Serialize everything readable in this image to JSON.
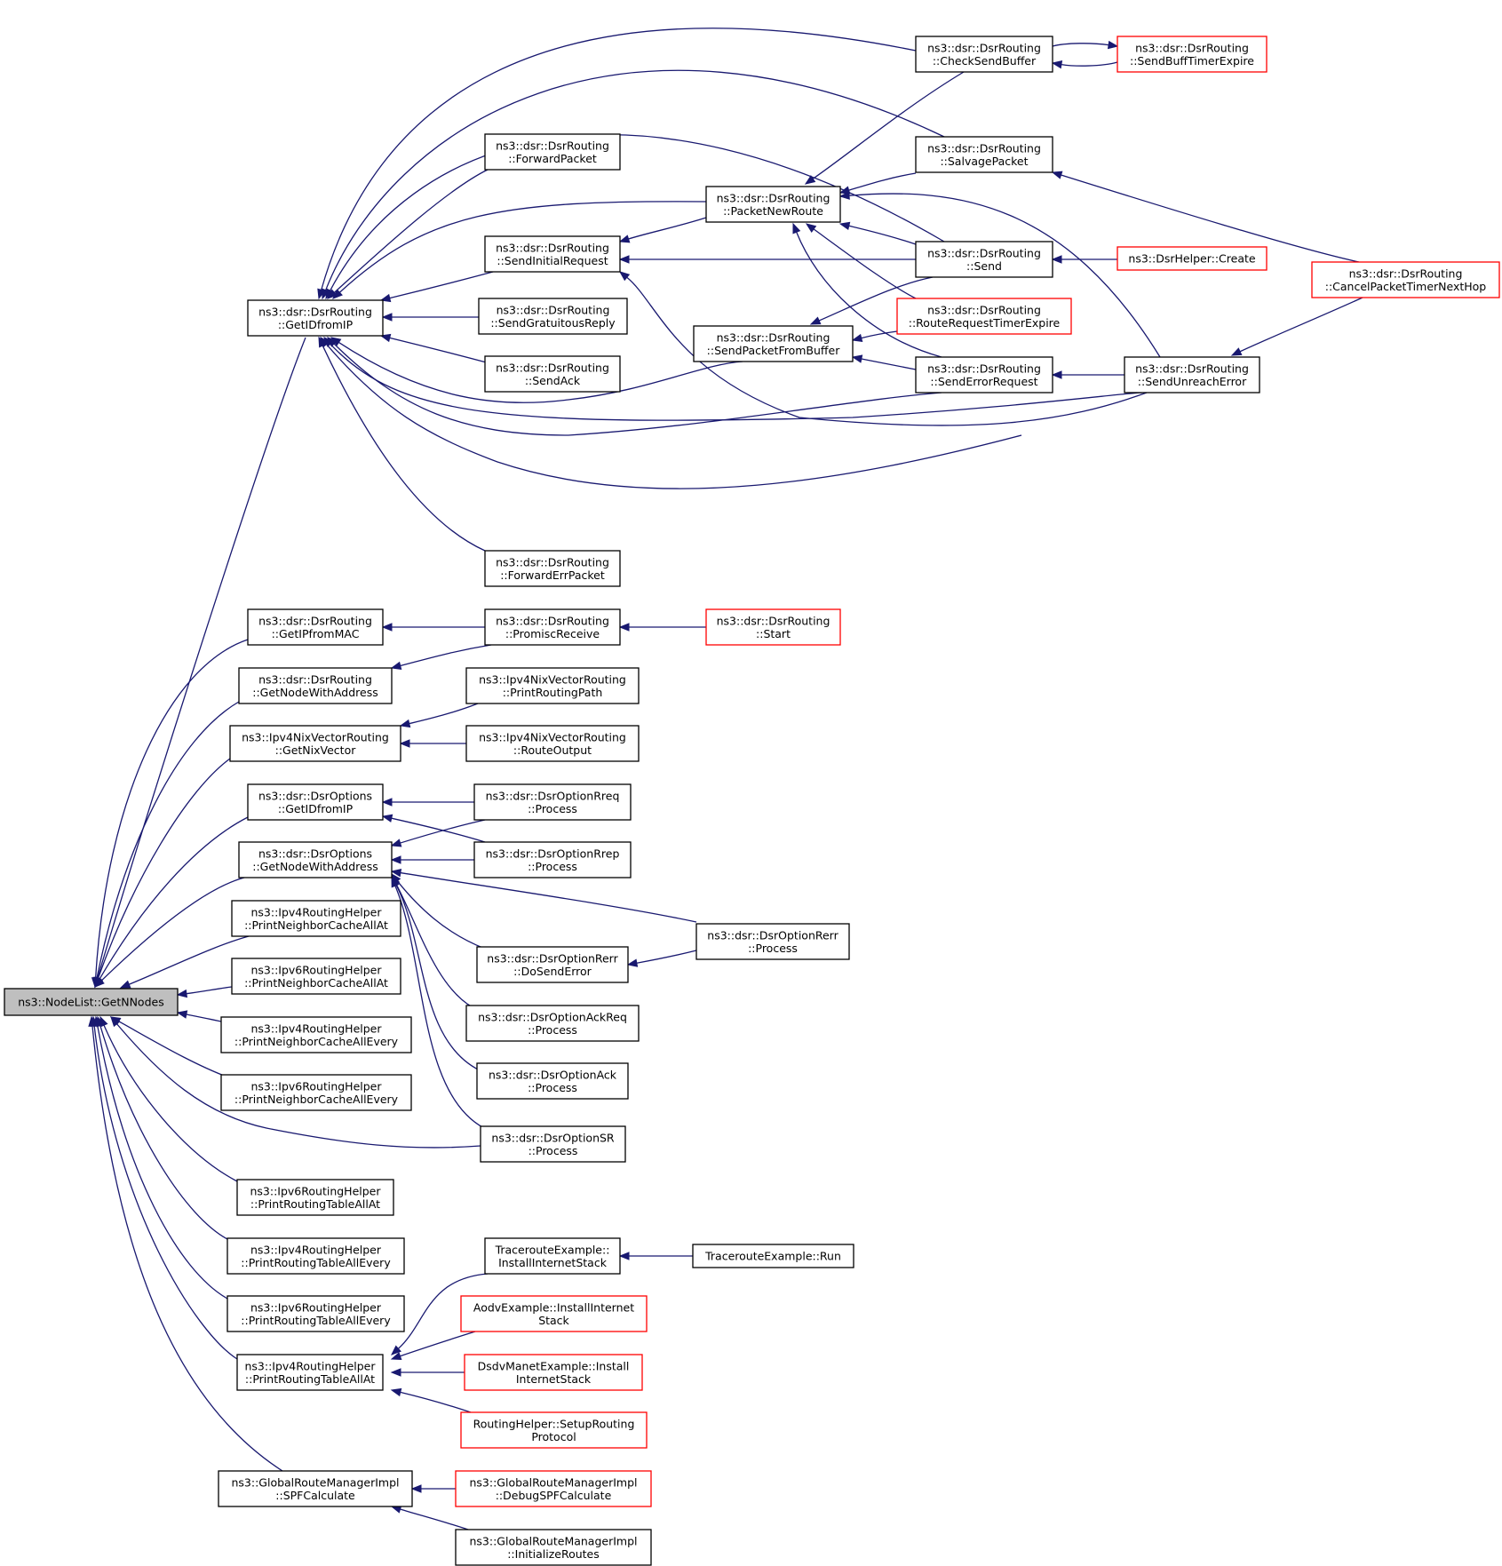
{
  "diagram": {
    "type": "caller graph",
    "colors": {
      "edge": "#191970",
      "border": "#000000",
      "truncated_border": "#ff0000",
      "root_fill": "#bfbfbf"
    },
    "nodes": [
      {
        "id": "n0",
        "lines": [
          "ns3::NodeList::GetNNodes"
        ],
        "style": "root"
      },
      {
        "id": "n1",
        "lines": [
          "ns3::dsr::DsrRouting",
          "::GetIDfromIP"
        ]
      },
      {
        "id": "n2",
        "lines": [
          "ns3::dsr::DsrRouting",
          "::GetIPfromMAC"
        ]
      },
      {
        "id": "n3",
        "lines": [
          "ns3::dsr::DsrRouting",
          "::GetNodeWithAddress"
        ]
      },
      {
        "id": "n4",
        "lines": [
          "ns3::Ipv4NixVectorRouting",
          "::GetNixVector"
        ]
      },
      {
        "id": "n5",
        "lines": [
          "ns3::dsr::DsrOptions",
          "::GetIDfromIP"
        ]
      },
      {
        "id": "n6",
        "lines": [
          "ns3::dsr::DsrOptions",
          "::GetNodeWithAddress"
        ]
      },
      {
        "id": "n7",
        "lines": [
          "ns3::Ipv4RoutingHelper",
          "::PrintNeighborCacheAllAt"
        ]
      },
      {
        "id": "n8",
        "lines": [
          "ns3::Ipv6RoutingHelper",
          "::PrintNeighborCacheAllAt"
        ]
      },
      {
        "id": "n9",
        "lines": [
          "ns3::Ipv4RoutingHelper",
          "::PrintNeighborCacheAllEvery"
        ]
      },
      {
        "id": "n10",
        "lines": [
          "ns3::Ipv6RoutingHelper",
          "::PrintNeighborCacheAllEvery"
        ]
      },
      {
        "id": "n11",
        "lines": [
          "ns3::Ipv6RoutingHelper",
          "::PrintRoutingTableAllAt"
        ]
      },
      {
        "id": "n12",
        "lines": [
          "ns3::Ipv4RoutingHelper",
          "::PrintRoutingTableAllEvery"
        ]
      },
      {
        "id": "n13",
        "lines": [
          "ns3::Ipv6RoutingHelper",
          "::PrintRoutingTableAllEvery"
        ]
      },
      {
        "id": "n14",
        "lines": [
          "ns3::Ipv4RoutingHelper",
          "::PrintRoutingTableAllAt"
        ]
      },
      {
        "id": "n15",
        "lines": [
          "ns3::GlobalRouteManagerImpl",
          "::SPFCalculate"
        ]
      },
      {
        "id": "n16",
        "lines": [
          "ns3::dsr::DsrRouting",
          "::ForwardPacket"
        ]
      },
      {
        "id": "n17",
        "lines": [
          "ns3::dsr::DsrRouting",
          "::SendInitialRequest"
        ]
      },
      {
        "id": "n18",
        "lines": [
          "ns3::dsr::DsrRouting",
          "::SendGratuitousReply"
        ]
      },
      {
        "id": "n19",
        "lines": [
          "ns3::dsr::DsrRouting",
          "::SendAck"
        ]
      },
      {
        "id": "n20",
        "lines": [
          "ns3::dsr::DsrRouting",
          "::ForwardErrPacket"
        ]
      },
      {
        "id": "n21",
        "lines": [
          "ns3::dsr::DsrRouting",
          "::PromiscReceive"
        ]
      },
      {
        "id": "n22",
        "lines": [
          "ns3::Ipv4NixVectorRouting",
          "::PrintRoutingPath"
        ]
      },
      {
        "id": "n23",
        "lines": [
          "ns3::Ipv4NixVectorRouting",
          "::RouteOutput"
        ]
      },
      {
        "id": "n24",
        "lines": [
          "ns3::dsr::DsrOptionRreq",
          "::Process"
        ]
      },
      {
        "id": "n25",
        "lines": [
          "ns3::dsr::DsrOptionRrep",
          "::Process"
        ]
      },
      {
        "id": "n26",
        "lines": [
          "ns3::dsr::DsrOptionRerr",
          "::DoSendError"
        ]
      },
      {
        "id": "n27",
        "lines": [
          "ns3::dsr::DsrOptionAckReq",
          "::Process"
        ]
      },
      {
        "id": "n28",
        "lines": [
          "ns3::dsr::DsrOptionAck",
          "::Process"
        ]
      },
      {
        "id": "n29",
        "lines": [
          "ns3::dsr::DsrOptionSR",
          "::Process"
        ]
      },
      {
        "id": "n30",
        "lines": [
          "TracerouteExample::",
          "InstallInternetStack"
        ]
      },
      {
        "id": "n31",
        "lines": [
          "AodvExample::InstallInternet",
          "Stack"
        ],
        "style": "red"
      },
      {
        "id": "n32",
        "lines": [
          "DsdvManetExample::Install",
          "InternetStack"
        ],
        "style": "red"
      },
      {
        "id": "n33",
        "lines": [
          "RoutingHelper::SetupRouting",
          "Protocol"
        ],
        "style": "red"
      },
      {
        "id": "n34",
        "lines": [
          "ns3::GlobalRouteManagerImpl",
          "::DebugSPFCalculate"
        ],
        "style": "red"
      },
      {
        "id": "n35",
        "lines": [
          "ns3::GlobalRouteManagerImpl",
          "::InitializeRoutes"
        ]
      },
      {
        "id": "n36",
        "lines": [
          "ns3::dsr::DsrRouting",
          "::PacketNewRoute"
        ]
      },
      {
        "id": "n37",
        "lines": [
          "ns3::dsr::DsrRouting",
          "::SendPacketFromBuffer"
        ]
      },
      {
        "id": "n38",
        "lines": [
          "ns3::dsr::DsrRouting",
          "::Start"
        ],
        "style": "red"
      },
      {
        "id": "n39",
        "lines": [
          "ns3::dsr::DsrOptionRerr",
          "::Process"
        ]
      },
      {
        "id": "n40",
        "lines": [
          "TracerouteExample::Run"
        ]
      },
      {
        "id": "n41",
        "lines": [
          "ns3::dsr::DsrRouting",
          "::CheckSendBuffer"
        ]
      },
      {
        "id": "n42",
        "lines": [
          "ns3::dsr::DsrRouting",
          "::SalvagePacket"
        ]
      },
      {
        "id": "n43",
        "lines": [
          "ns3::dsr::DsrRouting",
          "::Send"
        ]
      },
      {
        "id": "n44",
        "lines": [
          "ns3::dsr::DsrRouting",
          "::RouteRequestTimerExpire"
        ],
        "style": "red"
      },
      {
        "id": "n45",
        "lines": [
          "ns3::dsr::DsrRouting",
          "::SendErrorRequest"
        ]
      },
      {
        "id": "n46",
        "lines": [
          "ns3::dsr::DsrRouting",
          "::SendBuffTimerExpire"
        ],
        "style": "red"
      },
      {
        "id": "n47",
        "lines": [
          "ns3::DsrHelper::Create"
        ],
        "style": "red"
      },
      {
        "id": "n48",
        "lines": [
          "ns3::dsr::DsrRouting",
          "::SendUnreachError"
        ]
      },
      {
        "id": "n49",
        "lines": [
          "ns3::dsr::DsrRouting",
          "::CancelPacketTimerNextHop"
        ],
        "style": "red"
      }
    ],
    "edges": [
      [
        "n0",
        "n1"
      ],
      [
        "n0",
        "n2"
      ],
      [
        "n0",
        "n3"
      ],
      [
        "n0",
        "n4"
      ],
      [
        "n0",
        "n5"
      ],
      [
        "n0",
        "n6"
      ],
      [
        "n0",
        "n7"
      ],
      [
        "n0",
        "n8"
      ],
      [
        "n0",
        "n9"
      ],
      [
        "n0",
        "n10"
      ],
      [
        "n0",
        "n11"
      ],
      [
        "n0",
        "n12"
      ],
      [
        "n0",
        "n13"
      ],
      [
        "n0",
        "n14"
      ],
      [
        "n0",
        "n15"
      ],
      [
        "n0",
        "n29"
      ],
      [
        "n1",
        "n41"
      ],
      [
        "n1",
        "n42"
      ],
      [
        "n1",
        "n43"
      ],
      [
        "n1",
        "n16"
      ],
      [
        "n1",
        "n36"
      ],
      [
        "n1",
        "n17"
      ],
      [
        "n1",
        "n18"
      ],
      [
        "n1",
        "n19"
      ],
      [
        "n1",
        "n37"
      ],
      [
        "n1",
        "n45"
      ],
      [
        "n1",
        "n48"
      ],
      [
        "n1",
        "n48"
      ],
      [
        "n1",
        "n20"
      ],
      [
        "n2",
        "n21"
      ],
      [
        "n3",
        "n21"
      ],
      [
        "n21",
        "n38"
      ],
      [
        "n4",
        "n22"
      ],
      [
        "n4",
        "n23"
      ],
      [
        "n5",
        "n24"
      ],
      [
        "n5",
        "n25"
      ],
      [
        "n6",
        "n24"
      ],
      [
        "n6",
        "n25"
      ],
      [
        "n6",
        "n39"
      ],
      [
        "n6",
        "n26"
      ],
      [
        "n6",
        "n27"
      ],
      [
        "n6",
        "n28"
      ],
      [
        "n6",
        "n29"
      ],
      [
        "n26",
        "n39"
      ],
      [
        "n14",
        "n30"
      ],
      [
        "n14",
        "n31"
      ],
      [
        "n14",
        "n32"
      ],
      [
        "n14",
        "n33"
      ],
      [
        "n30",
        "n40"
      ],
      [
        "n15",
        "n34"
      ],
      [
        "n15",
        "n35"
      ],
      [
        "n17",
        "n36"
      ],
      [
        "n17",
        "n43"
      ],
      [
        "n17",
        "n48"
      ],
      [
        "n36",
        "n41"
      ],
      [
        "n36",
        "n42"
      ],
      [
        "n36",
        "n43"
      ],
      [
        "n36",
        "n44"
      ],
      [
        "n36",
        "n45"
      ],
      [
        "n36",
        "n48"
      ],
      [
        "n37",
        "n43"
      ],
      [
        "n37",
        "n44"
      ],
      [
        "n37",
        "n45"
      ],
      [
        "n41",
        "n46"
      ],
      [
        "n46",
        "n41"
      ],
      [
        "n42",
        "n49"
      ],
      [
        "n43",
        "n47"
      ],
      [
        "n45",
        "n48"
      ],
      [
        "n48",
        "n49"
      ]
    ]
  }
}
